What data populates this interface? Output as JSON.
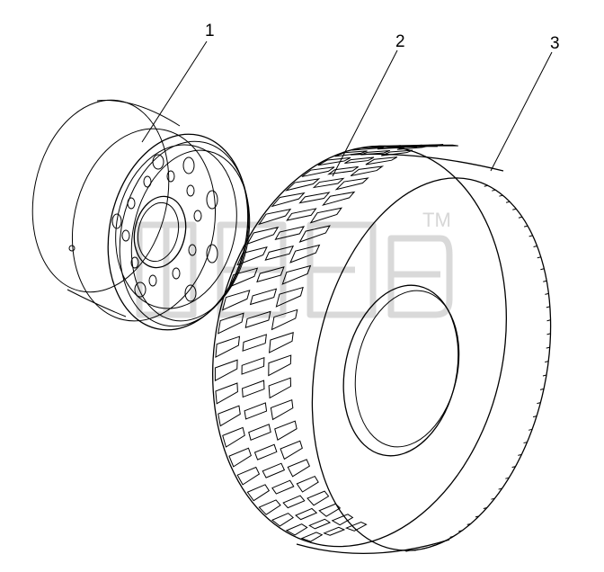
{
  "diagram": {
    "callouts": [
      {
        "id": "1",
        "label": "1"
      },
      {
        "id": "2",
        "label": "2"
      },
      {
        "id": "3",
        "label": "3"
      }
    ],
    "watermark": {
      "mark": "TM"
    }
  }
}
